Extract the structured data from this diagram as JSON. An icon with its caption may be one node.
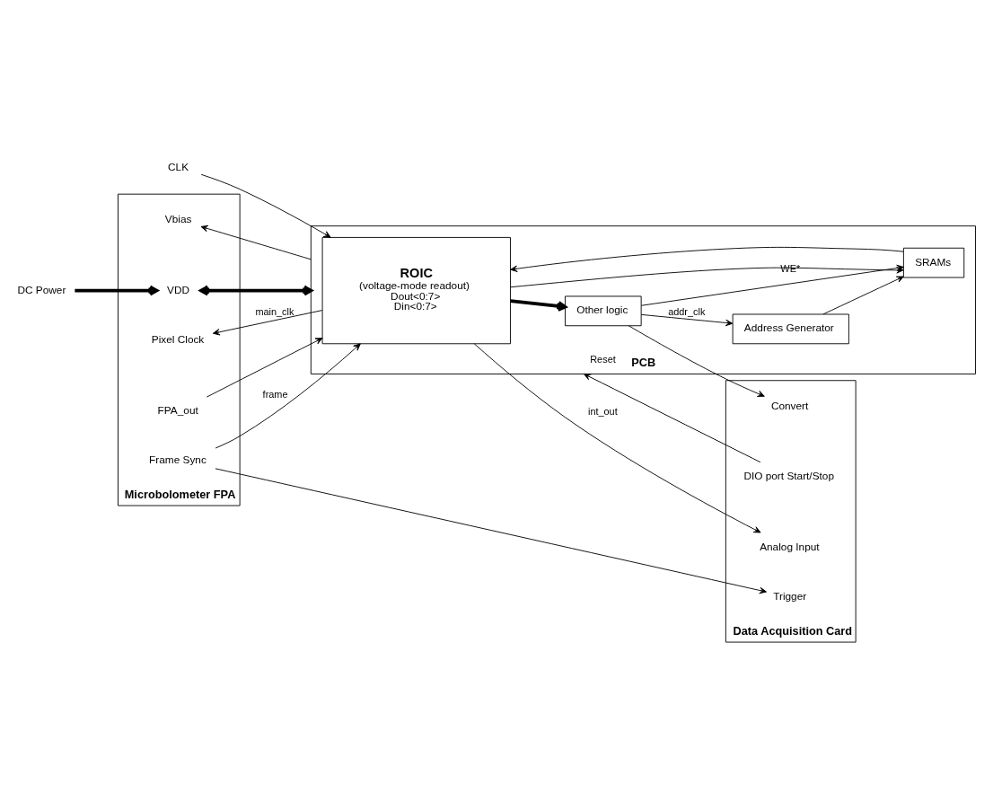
{
  "diagram": {
    "nodes": [
      {
        "text": [
          "Microbolometer FPA"
        ]
      },
      {
        "text": [
          "VDD"
        ],
        "in": 0
      },
      {
        "text": [
          "Vbias"
        ],
        "in": 0
      },
      {
        "text": [
          "FPA_out"
        ],
        "in": 0
      },
      {
        "text": [
          "Pixel Clock"
        ],
        "in": 0
      },
      {
        "text": [
          "Frame Sync"
        ],
        "in": 0
      },
      {
        "text": [
          "PCB"
        ]
      },
      {
        "text": [
          "ROIC",
          "(voltage-mode readout)",
          "Dout<0:7>",
          "Din<0:7>"
        ],
        "in": 6
      },
      {
        "text": [
          "SRAMs"
        ],
        "in": 6
      },
      {
        "text": [
          "Address Generator"
        ],
        "in": 6
      },
      {
        "text": [
          "Other logic"
        ],
        "in": 6
      },
      {
        "text": [
          "Data Acquisition Card"
        ]
      },
      {
        "text": [
          "Analog Input"
        ],
        "in": 11
      },
      {
        "text": [
          "DIO port Start/Stop"
        ],
        "in": 11
      },
      {
        "text": [
          "Convert"
        ],
        "in": 11
      },
      {
        "text": [
          "Trigger"
        ],
        "in": 11
      },
      {
        "text": [
          "DC Power"
        ]
      },
      {
        "text": [
          "CLK"
        ]
      }
    ],
    "edges": [
      {
        "from": 16,
        "to": 1,
        "arrow": "to",
        "style": "thick"
      },
      {
        "from": 1,
        "to": 6,
        "arrow": "both",
        "style": "thick"
      },
      {
        "from": 6,
        "to": 2,
        "arrow": "to"
      },
      {
        "from": 3,
        "to": 7,
        "arrow": "to"
      },
      {
        "from": 7,
        "to": 4,
        "arrow": "to",
        "label": "main_clk"
      },
      {
        "from": 5,
        "to": 7,
        "arrow": "to",
        "label": "frame"
      },
      {
        "from": 5,
        "to": 15,
        "arrow": "to"
      },
      {
        "from": 17,
        "to": 7,
        "arrow": "to"
      },
      {
        "from": 7,
        "to": 12,
        "arrow": "to",
        "label": "int_out"
      },
      {
        "from": 7,
        "to": 8,
        "arrow": "to"
      },
      {
        "from": 8,
        "to": 7,
        "arrow": "to"
      },
      {
        "from": 9,
        "to": 8,
        "arrow": "to"
      },
      {
        "from": 7,
        "to": 10,
        "arrow": "to",
        "style": "thick"
      },
      {
        "from": 10,
        "to": 8,
        "arrow": "to",
        "label": "WE*"
      },
      {
        "from": 10,
        "to": 9,
        "arrow": "to",
        "label": "addr_clk"
      },
      {
        "from": 10,
        "to": 14,
        "arrow": "to"
      },
      {
        "from": 13,
        "to": 6,
        "arrow": "to",
        "label": "Reset"
      }
    ]
  }
}
